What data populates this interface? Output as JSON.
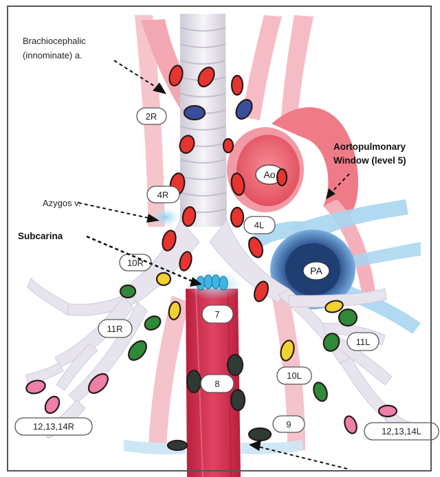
{
  "labels": {
    "brachiocephalic_line1": "Brachiocephalic",
    "brachiocephalic_line2": "(innominate) a.",
    "azygos": "Azygos v.",
    "subcarina": "Subcarina",
    "aortopulmonary_line1": "Aortopulmonary",
    "aortopulmonary_line2": "Window (level 5)"
  },
  "vessels": {
    "aorta": "Ao",
    "pulmonary_artery": "PA"
  },
  "stations": {
    "s2R": "2R",
    "s4R": "4R",
    "s4L": "4L",
    "s10R": "10R",
    "s7": "7",
    "s11R": "11R",
    "s11L": "11L",
    "s8": "8",
    "s10L": "10L",
    "s9": "9",
    "s12R": "12,13,14R",
    "s12L": "12,13,14L"
  },
  "colors": {
    "node_red": "#e8342f",
    "node_blue": "#3a4f9c",
    "node_green": "#2e8a3a",
    "node_yellow": "#f2d230",
    "node_pink": "#ee7fa8",
    "node_dark": "#2f3a35",
    "vessel_pink": "#f3aeb8",
    "aorta": "#ee6a78",
    "esophagus": "#d8324f",
    "pa": "#3d6fa6",
    "airway": "#e9e6ee"
  }
}
